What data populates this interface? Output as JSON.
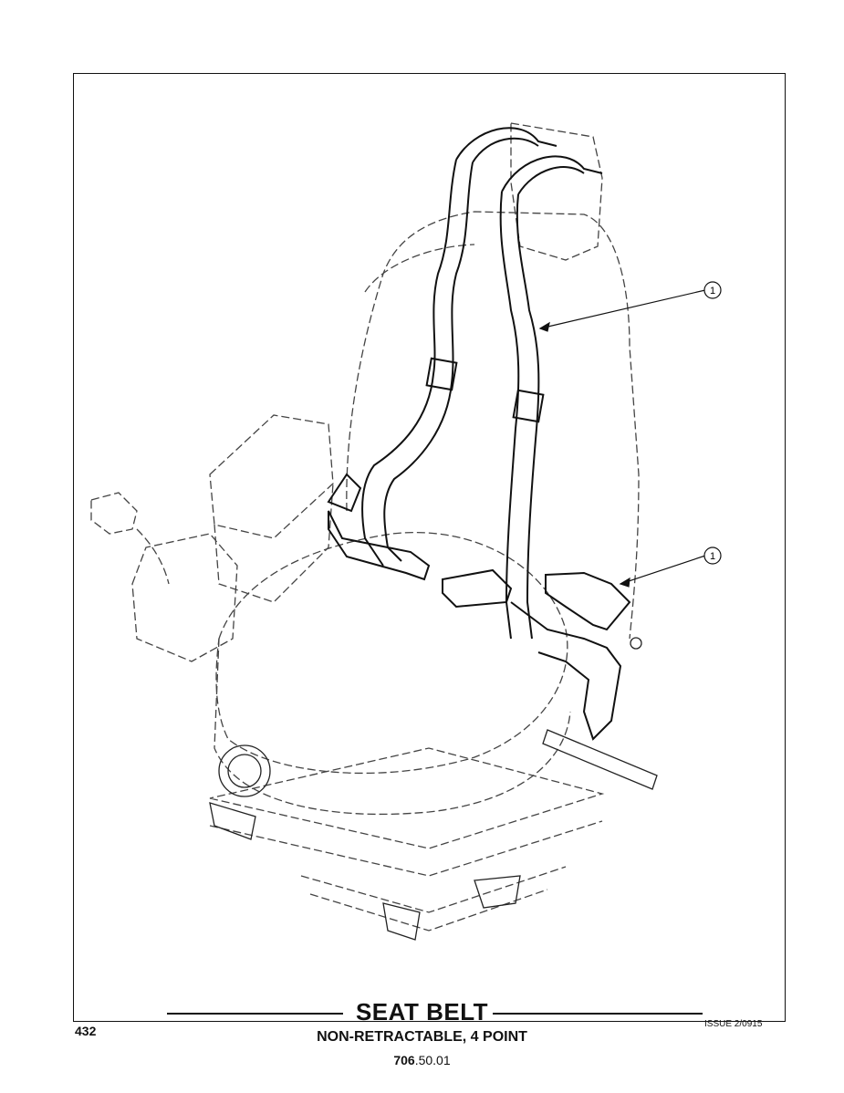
{
  "callouts": [
    {
      "label": "1"
    },
    {
      "label": "1"
    }
  ],
  "footer": {
    "title": "SEAT BELT",
    "subtitle": "NON-RETRACTABLE, 4 POINT",
    "doc_number_bold": "706",
    "doc_number_rest": ".50.01",
    "page_number": "432",
    "issue": "ISSUE 2/0915"
  }
}
